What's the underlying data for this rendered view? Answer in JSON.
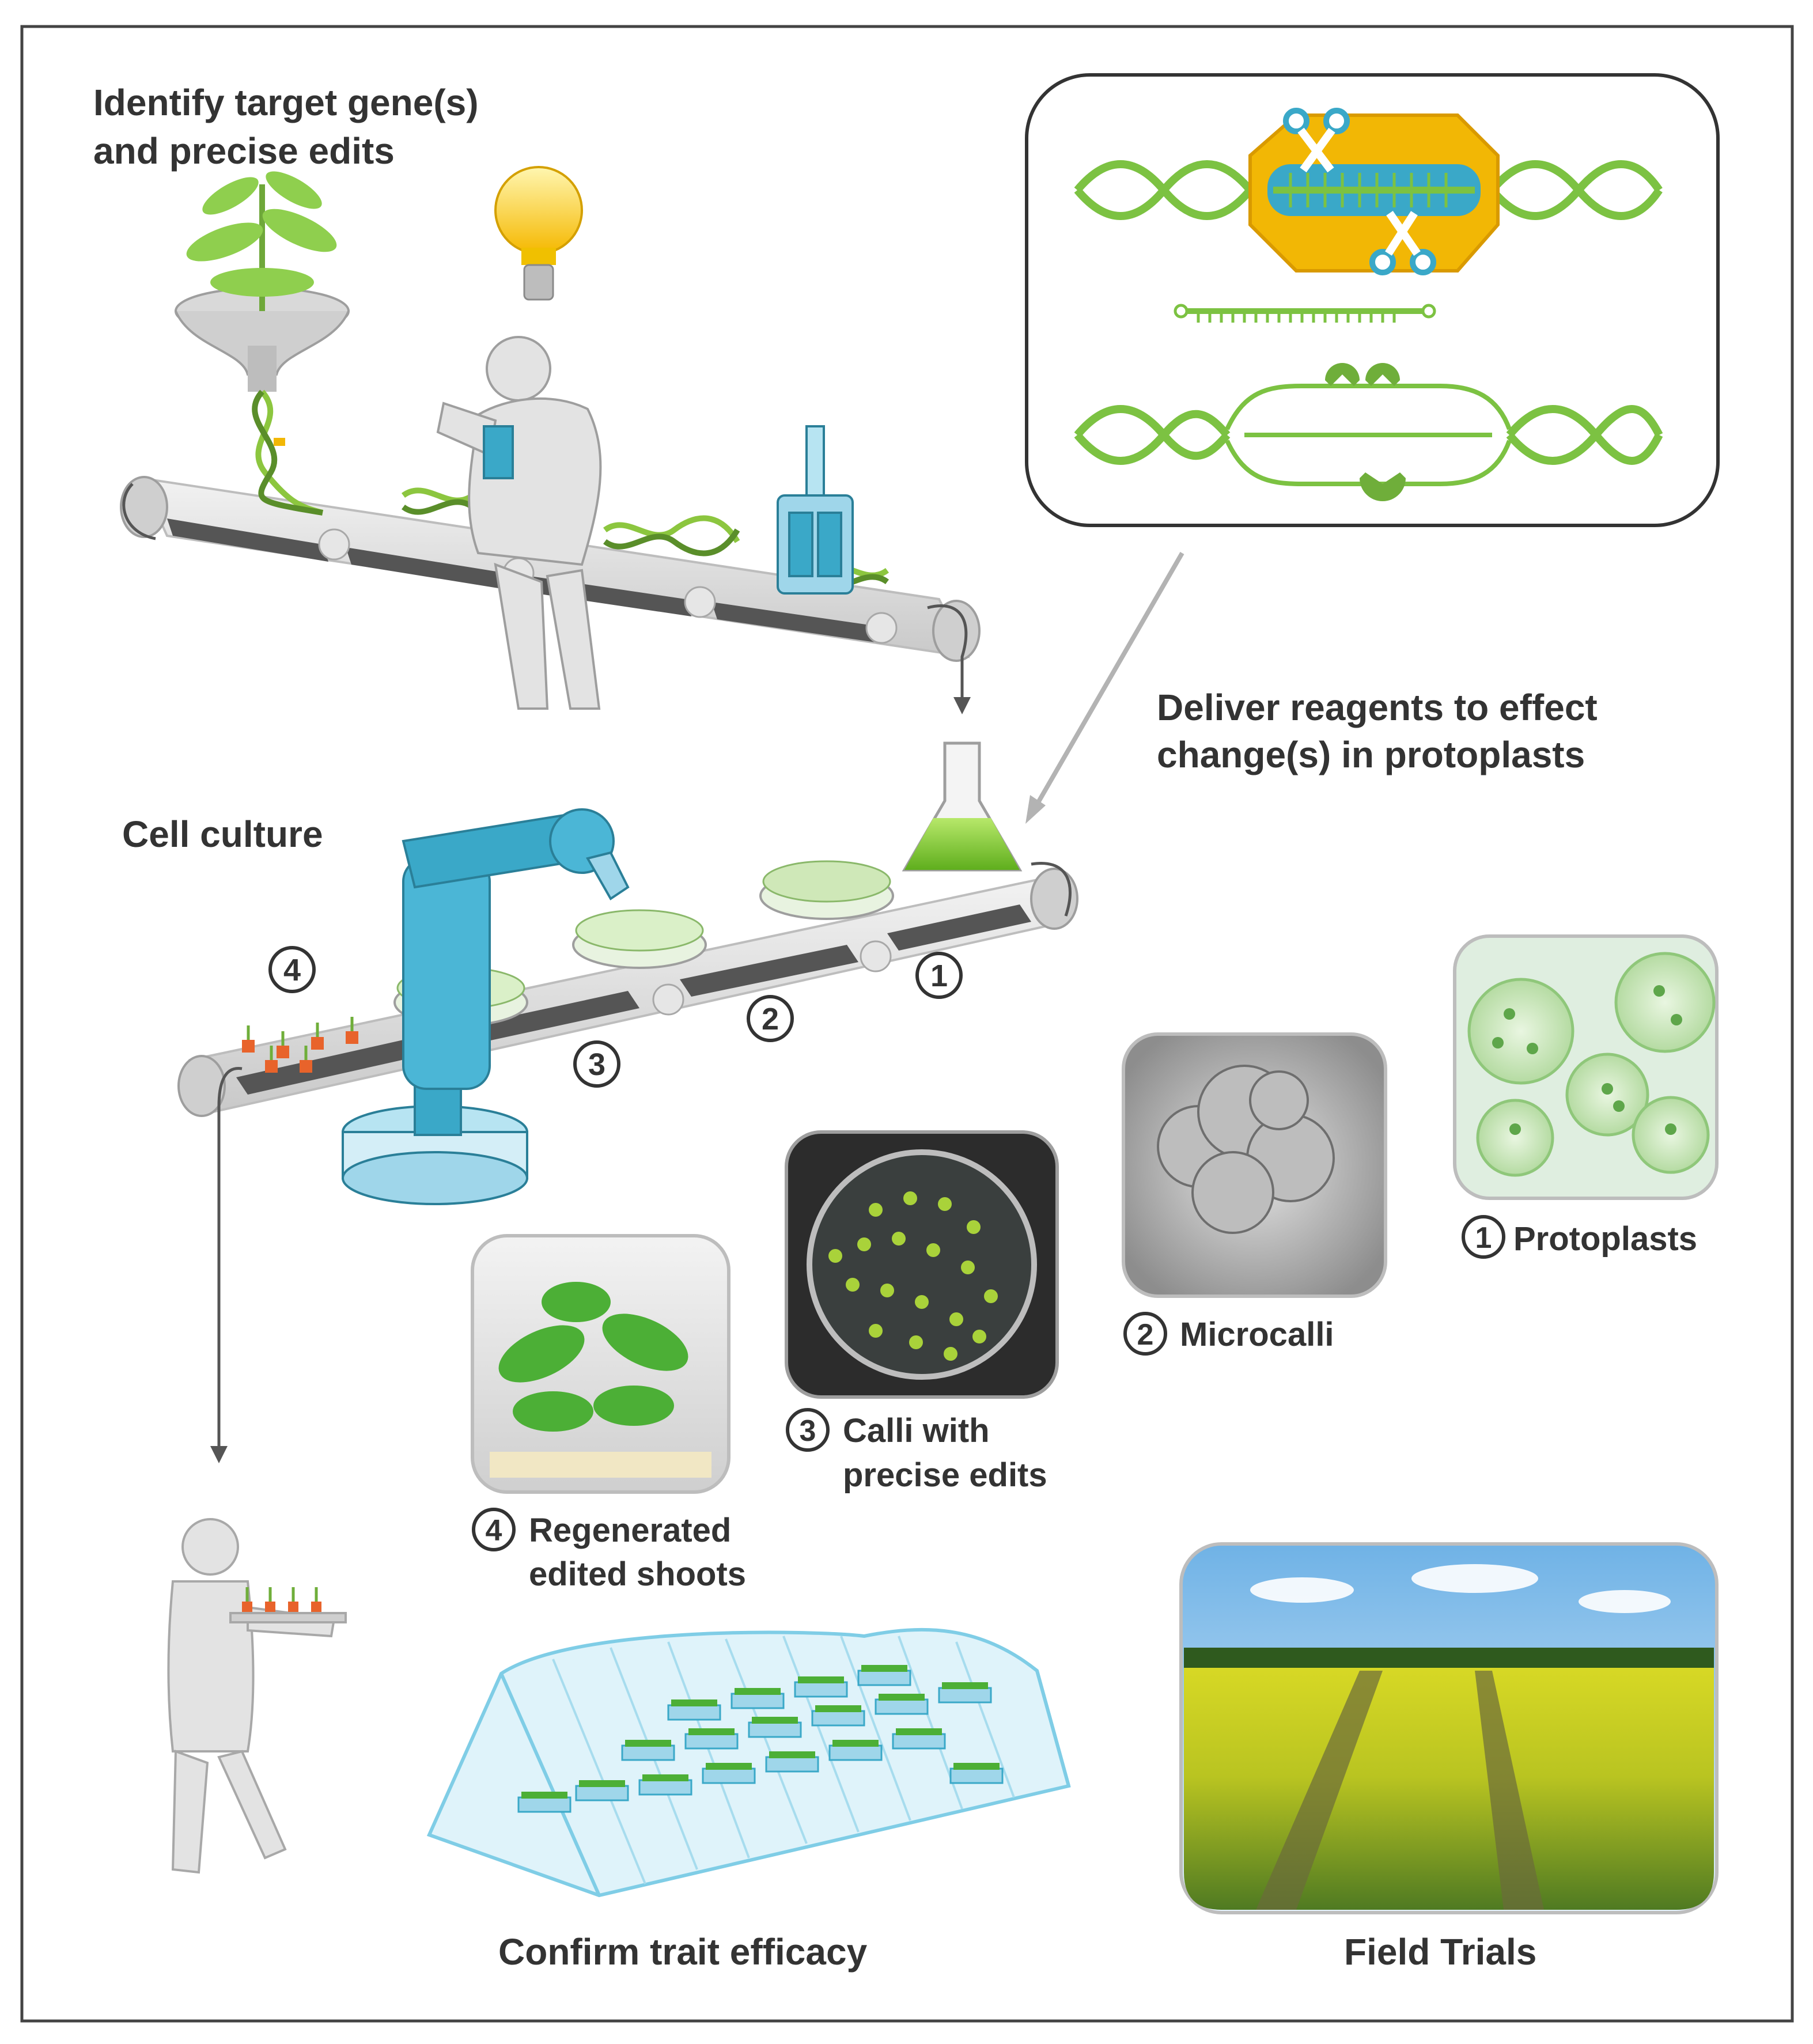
{
  "labels": {
    "identify_line1": "Identify target gene(s)",
    "identify_line2": "and precise edits",
    "deliver_line1": "Deliver reagents to effect",
    "deliver_line2": "change(s) in protoplasts",
    "cell_culture": "Cell culture",
    "protoplasts": "Protoplasts",
    "microcalli": "Microcalli",
    "calli_line1": "Calli with",
    "calli_line2": "precise edits",
    "regen_line1": "Regenerated",
    "regen_line2": "edited shoots",
    "confirm": "Confirm trait efficacy",
    "field": "Field Trials"
  },
  "step_numbers": {
    "belt_1": "1",
    "belt_2": "2",
    "belt_3": "3",
    "belt_4": "4",
    "photo_1": "1",
    "photo_2": "2",
    "photo_3": "3",
    "photo_4": "4"
  },
  "colors": {
    "label_text": "#333333",
    "dna_green": "#7cc242",
    "cas_gold": "#f2b705",
    "teal": "#3aa8c8",
    "belt_grey": "#d8d8d8",
    "frame": "#444444"
  },
  "icons": {
    "light_bulb": "light-bulb-icon",
    "scissors": "scissors-icon",
    "flask": "flask-icon",
    "robot_arm": "robot-arm-icon"
  }
}
